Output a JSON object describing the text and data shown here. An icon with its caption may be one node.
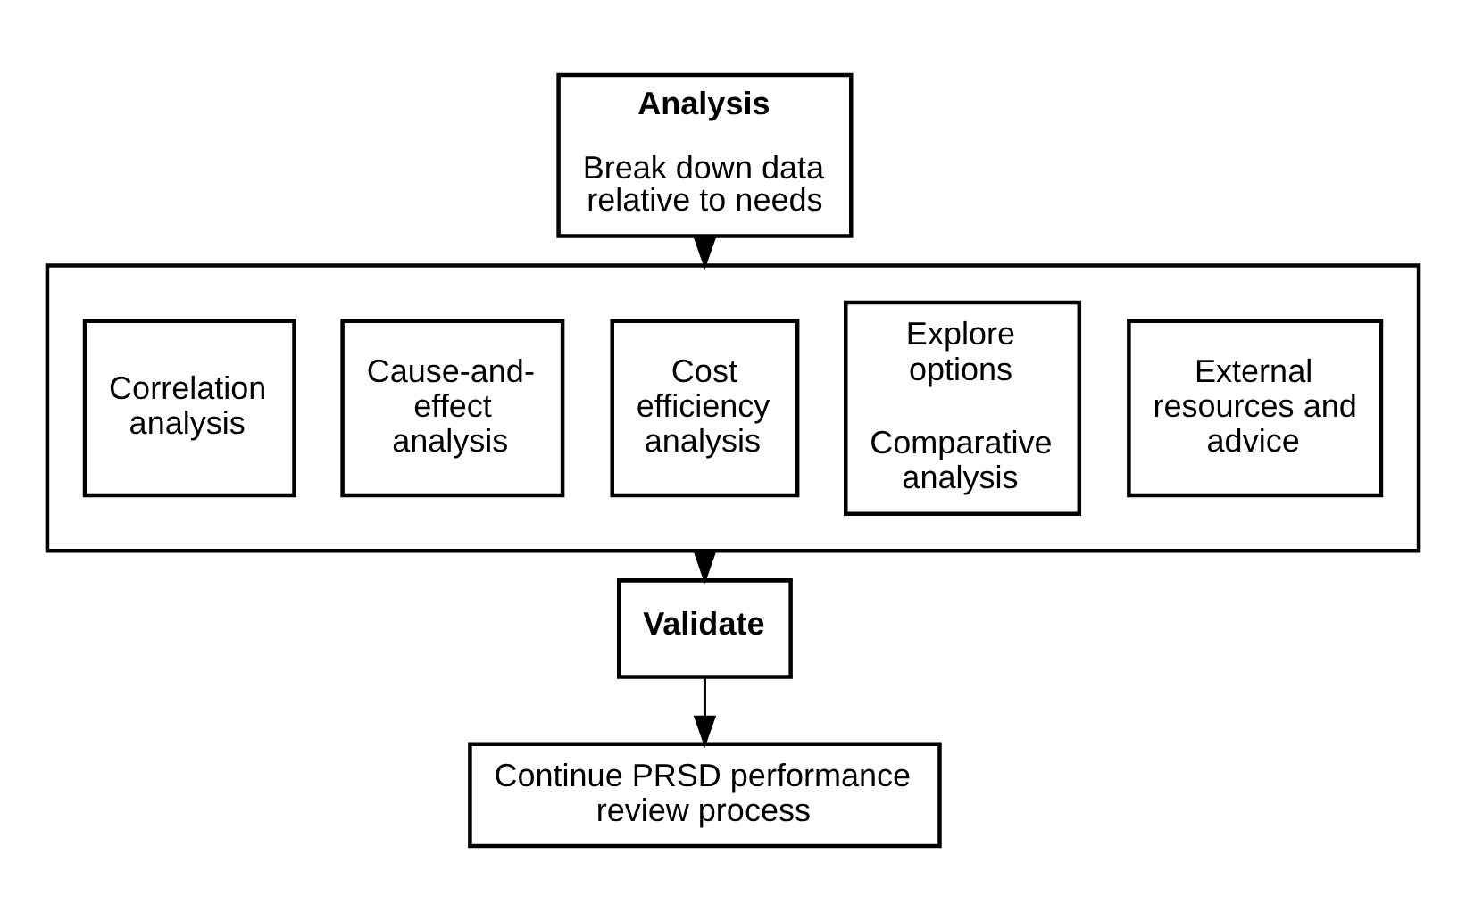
{
  "diagram": {
    "nodes": [
      {
        "text": [
          "Analysis",
          "Break down data relative to needs"
        ]
      },
      {
        "text": [],
        "shape": "box"
      },
      {
        "text": [
          "Correlation analysis"
        ],
        "in": 1
      },
      {
        "text": [
          "Cause-and-effect analysis"
        ],
        "in": 1
      },
      {
        "text": [
          "Cost efficiency analysis"
        ],
        "in": 1
      },
      {
        "text": [
          "Explore options",
          "Comparative analysis"
        ],
        "in": 1
      },
      {
        "text": [
          "External resources and advice"
        ],
        "in": 1
      },
      {
        "text": [
          "Validate"
        ]
      },
      {
        "text": [
          "Continue PRSD performance review process"
        ]
      }
    ],
    "edges": [
      {
        "from": 0,
        "to": 1,
        "arrow": "to"
      },
      {
        "from": 1,
        "to": 7,
        "arrow": "to"
      },
      {
        "from": 7,
        "to": 8,
        "arrow": "to"
      }
    ]
  }
}
